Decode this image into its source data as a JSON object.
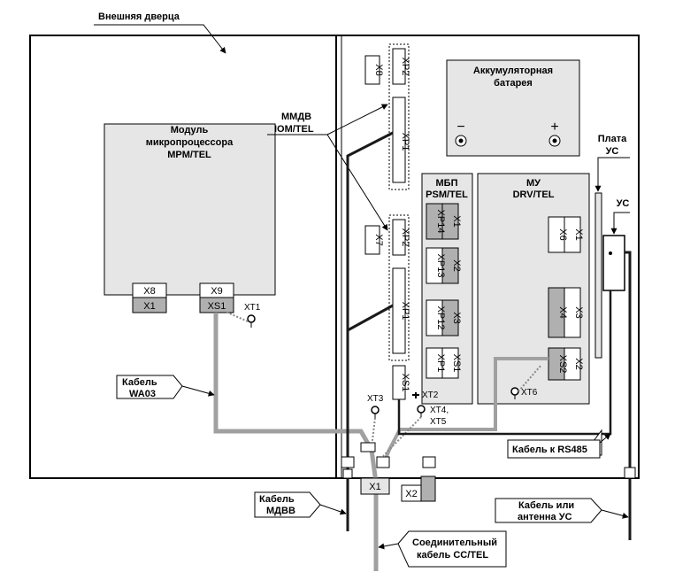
{
  "colors": {
    "stroke": "#000000",
    "fill_panel": "#e6e6e6",
    "fill_dark": "#b0b0b0",
    "cable_gray": "#a0a0a0",
    "cable_black": "#1a1a1a"
  },
  "door": {
    "title": "Внешняя дверца"
  },
  "mpm": {
    "line1": "Модуль",
    "line2": "микропроцессора",
    "line3": "MPM/TEL",
    "x8": "X8",
    "x1": "X1",
    "x9": "X9",
    "xs1": "XS1"
  },
  "xt1": "XT1",
  "mmdv": {
    "line1": "ММДВ",
    "line2": "IOM/TEL",
    "x8": "X8",
    "xp2a": "XP2",
    "xp1a": "XP1",
    "x7": "X7",
    "xp2b": "XP2",
    "xp1b": "XP1",
    "xs1": "XS1"
  },
  "battery": {
    "line1": "Аккумуляторная",
    "line2": "батарея",
    "minus": "−",
    "plus": "+"
  },
  "plata": {
    "line1": "Плата",
    "line2": "УС"
  },
  "us": "УС",
  "psm": {
    "line1": "МБП",
    "line2": "PSM/TEL",
    "rows": [
      [
        "XP14",
        "X1"
      ],
      [
        "XP13",
        "X2"
      ],
      [
        "XP12",
        "X3"
      ],
      [
        "XP1",
        "XS1"
      ]
    ]
  },
  "drv": {
    "line1": "МУ",
    "line2": "DRV/TEL",
    "x6": "X6",
    "x1": "X1",
    "x4": "X4",
    "x3": "X3",
    "xs2": "XS2",
    "x2": "X2"
  },
  "terminals": {
    "xt2": "XT2",
    "xt3": "XT3",
    "xt45a": "XT4,",
    "xt45b": "XT5",
    "xt6": "XT6"
  },
  "bottom": {
    "x1": "X1",
    "x2": "X2"
  },
  "callouts": {
    "wa03a": "Кабель",
    "wa03b": "WA03",
    "rs485": "Кабель к RS485",
    "mdvva": "Кабель",
    "mdvvb": "МДВВ",
    "anta": "Кабель или",
    "antb": "антенна УС",
    "cca": "Соединительный",
    "ccb": "кабель CC/TEL"
  }
}
